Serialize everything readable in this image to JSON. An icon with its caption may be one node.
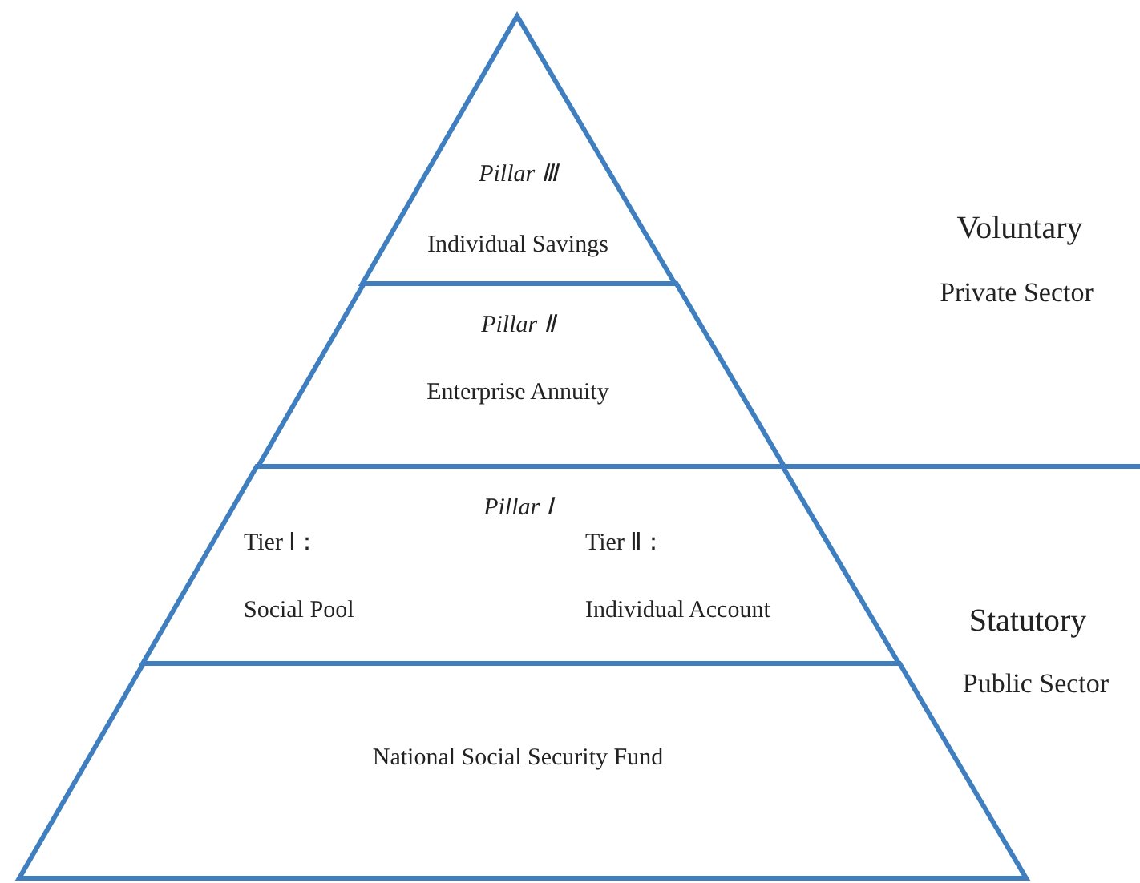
{
  "diagram": {
    "nodes": [
      {
        "text": [
          "Pillar Ⅲ",
          "Individual Savings"
        ]
      },
      {
        "text": [
          "Pillar Ⅱ",
          "Enterprise Annuity"
        ]
      },
      {
        "text": [
          "Pillar Ⅰ",
          "Tier Ⅰ：",
          "Social Pool",
          "Tier Ⅱ：",
          "Individual Account"
        ]
      },
      {
        "text": [
          "National Social Security Fund"
        ]
      }
    ],
    "labels": [
      "Voluntary",
      "Private Sector",
      "Statutory",
      "Public Sector"
    ]
  }
}
